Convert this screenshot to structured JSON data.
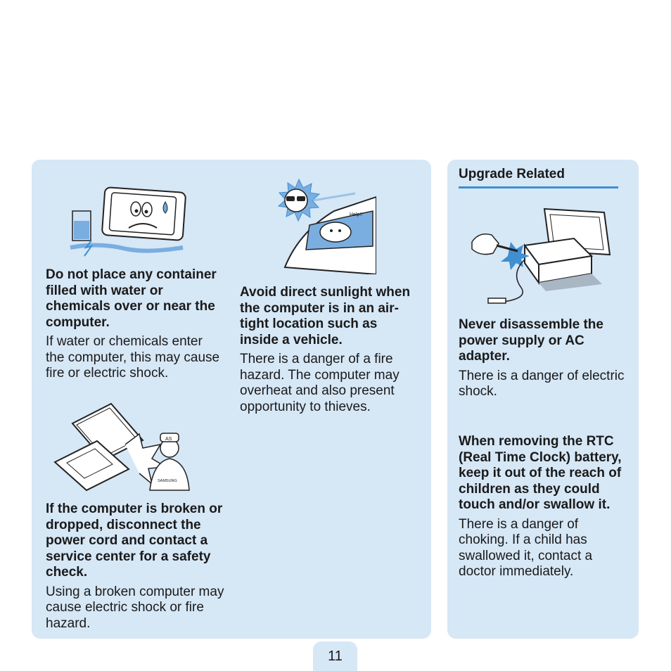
{
  "left_panel": {
    "water": {
      "heading": "Do not place any container filled with water or chemicals over or near the computer.",
      "body": "If water or chemicals enter the computer, this may cause fire or electric shock."
    },
    "sunlight": {
      "heading": "Avoid direct sunlight when the computer is in an air-tight location such as inside a vehicle.",
      "body": "There is a danger of a fire hazard. The computer may overheat and also present opportunity to thieves.",
      "illustration_text": "Help!!"
    },
    "broken": {
      "heading": "If the computer is broken or dropped, disconnect the power cord and contact a service center for a safety check.",
      "body": "Using a broken computer may cause electric shock or fire hazard.",
      "cap_text": "AS",
      "shirt_text": "SAMSUNG"
    }
  },
  "right_panel": {
    "title": "Upgrade Related",
    "adapter": {
      "heading": "Never disassemble the power supply or AC adapter.",
      "body": "There is a danger of electric shock."
    },
    "rtc": {
      "heading": "When removing the RTC (Real Time Clock) battery, keep it out of the reach of children as they could touch and/or swallow it.",
      "body": "There is a danger of choking. If a child has swallowed it, contact a doctor immediately."
    }
  },
  "page_number": "11",
  "colors": {
    "panel": "#d6e7f6",
    "accent": "#3f8fd1",
    "text": "#1a1a1a"
  }
}
